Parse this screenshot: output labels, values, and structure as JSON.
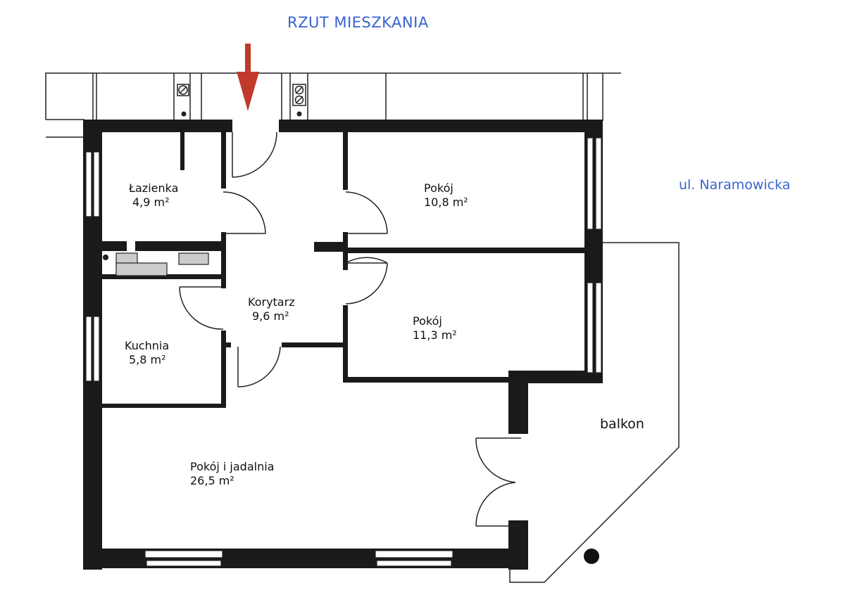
{
  "header": {
    "title": "RZUT MIESZKANIA",
    "street": "ul. Naramowicka"
  },
  "entrance": {
    "icon": "arrow-down-icon",
    "color": "#c0392b"
  },
  "colors": {
    "title_blue": "#3b63d0",
    "wall": "#1a1a1a",
    "arrow_red": "#c0392b"
  },
  "rooms": [
    {
      "name": "Łazienka",
      "area": "4,9 m²"
    },
    {
      "name": "Pokój",
      "area": "10,8 m²"
    },
    {
      "name": "Korytarz",
      "area": "9,6 m²"
    },
    {
      "name": "Pokój",
      "area": "11,3 m²"
    },
    {
      "name": "Kuchnia",
      "area": "5,8 m²"
    },
    {
      "name": "Pokój i jadalnia",
      "area": "26,5 m²"
    }
  ],
  "balcony": {
    "label": "balkon"
  }
}
